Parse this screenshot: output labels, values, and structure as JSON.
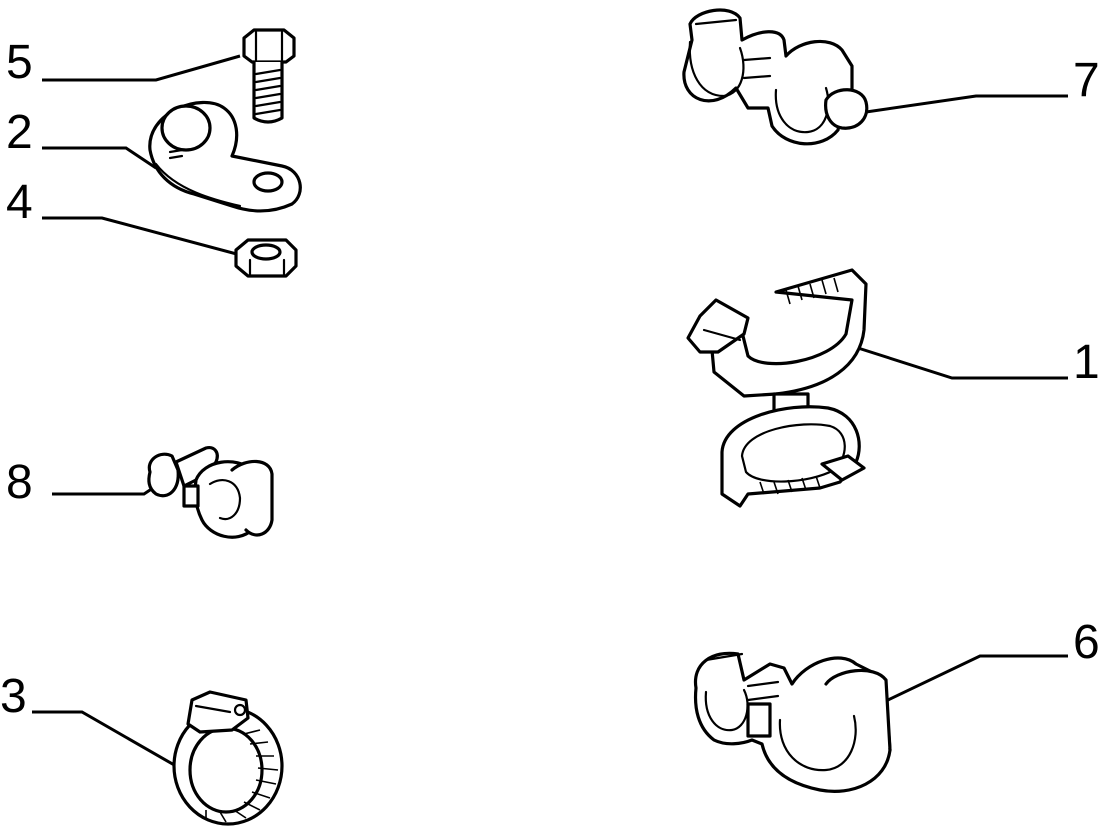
{
  "diagram": {
    "callouts": [
      {
        "label": "5"
      },
      {
        "label": "2"
      },
      {
        "label": "4"
      },
      {
        "label": "8"
      },
      {
        "label": "3"
      },
      {
        "label": "7"
      },
      {
        "label": "1"
      },
      {
        "label": "6"
      }
    ],
    "colors": {
      "ink": "#000000",
      "paper": "#ffffff"
    }
  }
}
